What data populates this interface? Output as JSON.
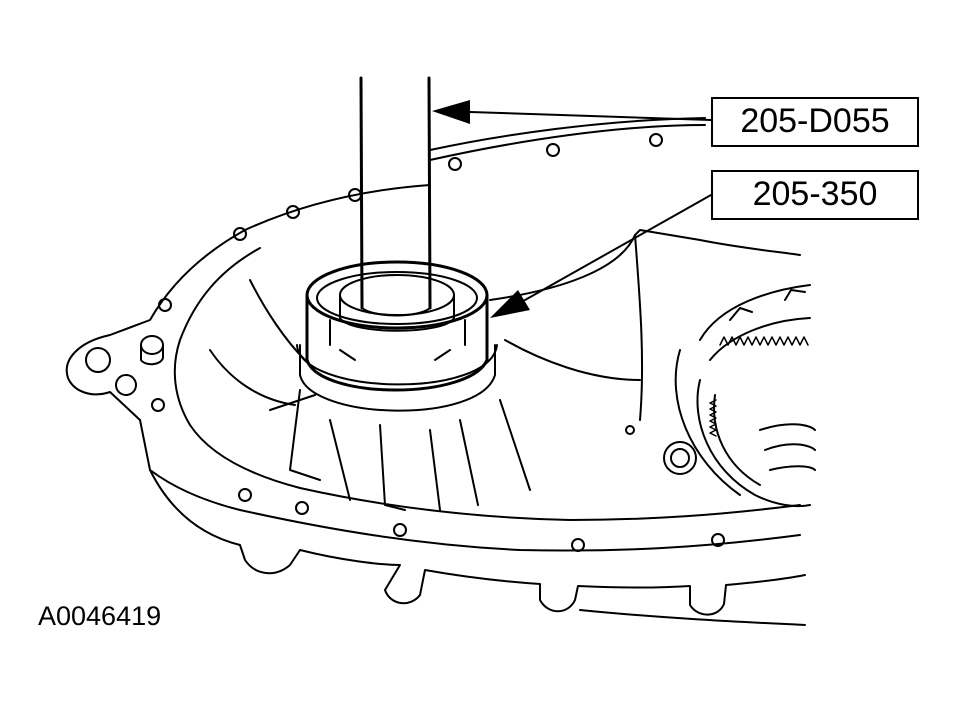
{
  "callouts": [
    {
      "label": "205-D055"
    },
    {
      "label": "205-350"
    }
  ],
  "figure_id": "A0046419",
  "colors": {
    "line": "#000000",
    "background": "#ffffff"
  }
}
